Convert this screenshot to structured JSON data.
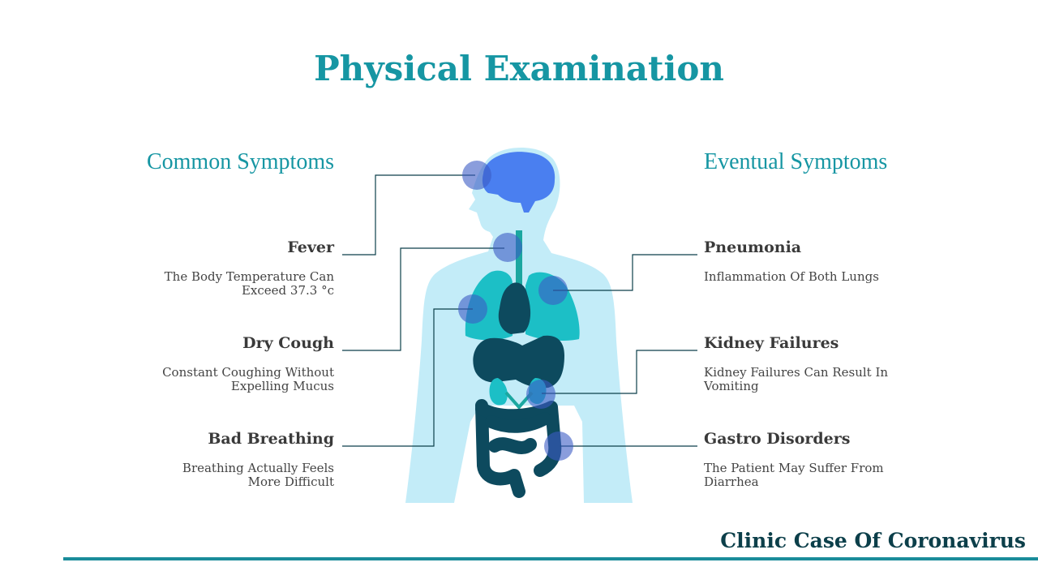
{
  "title": "Physical Examination",
  "common": {
    "heading": "Common Symptoms",
    "items": [
      {
        "name": "Fever",
        "desc": "The Body Temperature Can Exceed 37.3 °c"
      },
      {
        "name": "Dry Cough",
        "desc": "Constant Coughing Without Expelling Mucus"
      },
      {
        "name": "Bad Breathing",
        "desc": "Breathing Actually Feels More Difficult"
      }
    ]
  },
  "eventual": {
    "heading": "Eventual Symptoms",
    "items": [
      {
        "name": "Pneumonia",
        "desc": "Inflammation  Of Both Lungs"
      },
      {
        "name": "Kidney Failures",
        "desc": "Kidney Failures Can Result In Vomiting"
      },
      {
        "name": "Gastro Disorders",
        "desc": "The Patient May Suffer From Diarrhea"
      }
    ]
  },
  "footer": {
    "title": "Clinic Case Of Coronavirus"
  },
  "colors": {
    "accent": "#1696a3",
    "body_silhouette": "#c3ecf8",
    "brain": "#4a7ff0",
    "lungs": "#1cbfc6",
    "organs_dark": "#0d4a5e",
    "marker": "#3c5cc4",
    "connector": "#0c3f4a"
  }
}
